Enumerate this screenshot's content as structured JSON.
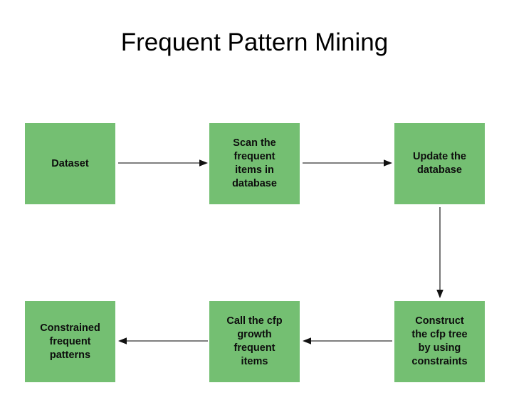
{
  "diagram": {
    "title": "Frequent Pattern Mining",
    "type": "flowchart",
    "node_color": "#74bf72",
    "arrow_color": "#555555",
    "background_color": "#ffffff",
    "text_color": "#0d0d0d",
    "nodes": [
      {
        "id": "dataset",
        "label": "Dataset"
      },
      {
        "id": "scan",
        "label": "Scan the\nfrequent\nitems in\ndatabase"
      },
      {
        "id": "update",
        "label": "Update the\ndatabase"
      },
      {
        "id": "construct",
        "label": "Construct\nthe cfp tree\nby using\nconstraints"
      },
      {
        "id": "callcfp",
        "label": "Call the cfp\ngrowth\nfrequent\nitems"
      },
      {
        "id": "constrained",
        "label": "Constrained\nfrequent\npatterns"
      }
    ],
    "edges": [
      {
        "from": "dataset",
        "to": "scan",
        "direction": "right"
      },
      {
        "from": "scan",
        "to": "update",
        "direction": "right"
      },
      {
        "from": "update",
        "to": "construct",
        "direction": "down"
      },
      {
        "from": "construct",
        "to": "callcfp",
        "direction": "left"
      },
      {
        "from": "callcfp",
        "to": "constrained",
        "direction": "left"
      }
    ]
  }
}
